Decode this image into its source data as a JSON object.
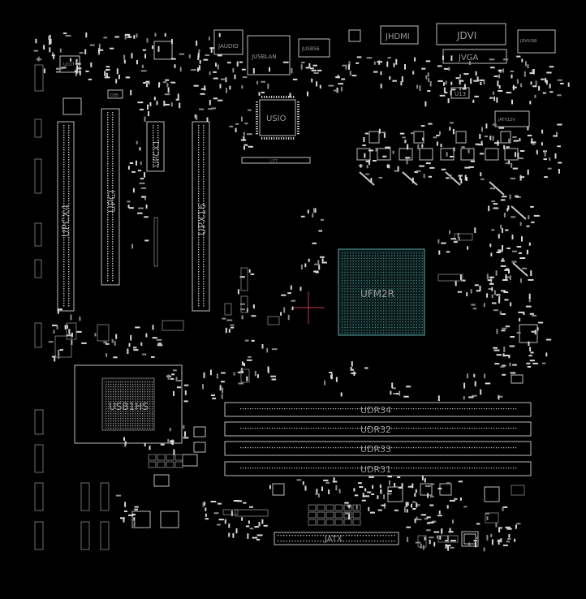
{
  "board": {
    "background": "#000000",
    "outline_color": "#bdbdbd",
    "label_color": "#9a9a9a",
    "cpu_grid_color": "#5aa9a6",
    "crosshair_color": "#c0394b"
  },
  "labels": {
    "cpu": "UFM2R",
    "chipset": "USB1HS",
    "superio": "USIO",
    "pcie_x4": "UPCX4",
    "pci": "UPCI",
    "pcie_x1": "UPCX1",
    "pcie_x16": "UPX16",
    "dimm1": "UDR34",
    "dimm2": "UDR32",
    "dimm3": "UDR33",
    "dimm4": "UDR31",
    "atx": "JATX",
    "hdmi": "JHDMI",
    "dvi": "JDVI",
    "vga": "JVGA",
    "usblan": "JUSBLAN",
    "audio": "JAUDIO",
    "usb_front": "JUSB56",
    "usb_rear": "JDVIUSB",
    "lpt": "LPT",
    "u13": "U13",
    "atx12v": "JATX12V",
    "ucut": "UCUT",
    "d35": "D35"
  }
}
